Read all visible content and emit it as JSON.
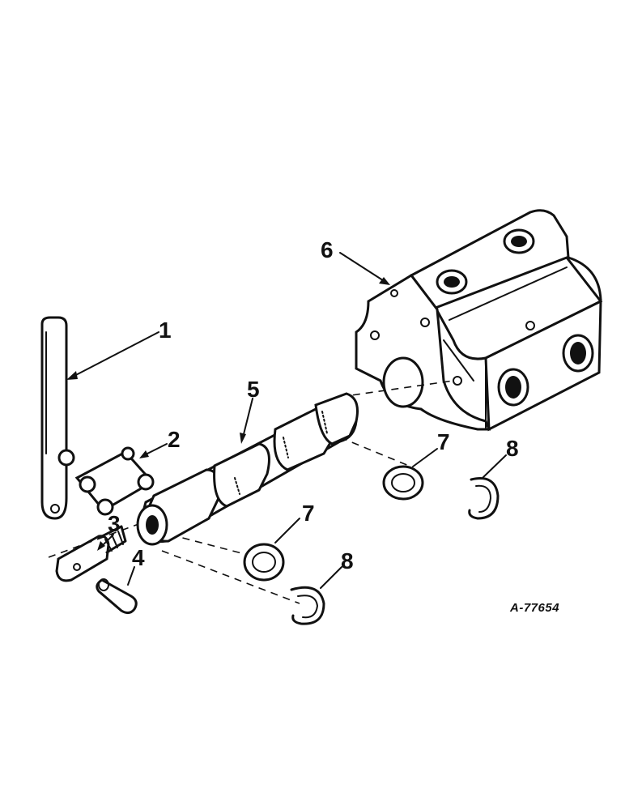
{
  "diagram": {
    "figure_ref": "A-77654",
    "callouts": [
      {
        "id": "1",
        "label": "1"
      },
      {
        "id": "2",
        "label": "2"
      },
      {
        "id": "3",
        "label": "3"
      },
      {
        "id": "4",
        "label": "4"
      },
      {
        "id": "5",
        "label": "5"
      },
      {
        "id": "6",
        "label": "6"
      },
      {
        "id": "7a",
        "label": "7"
      },
      {
        "id": "7b",
        "label": "7"
      },
      {
        "id": "8a",
        "label": "8"
      },
      {
        "id": "8b",
        "label": "8"
      }
    ]
  }
}
